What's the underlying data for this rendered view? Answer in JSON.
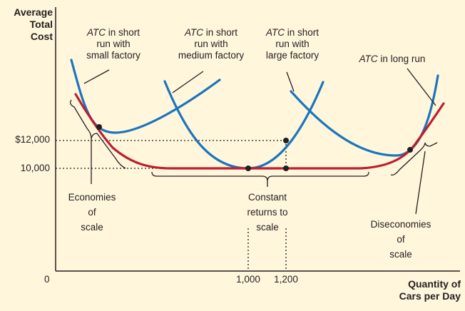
{
  "y_axis_title": [
    "Average",
    "Total",
    "Cost"
  ],
  "x_axis_title": [
    "Quantity of",
    "Cars per Day"
  ],
  "origin_label": "0",
  "y_ticks": [
    "$12,000",
    "10,000"
  ],
  "x_ticks": [
    "1,000",
    "1,200"
  ],
  "curve_labels": {
    "small": {
      "prefix": "ATC",
      "line1": " in short",
      "line2": "run with",
      "line3": "small factory"
    },
    "medium": {
      "prefix": "ATC",
      "line1": " in short",
      "line2": "run with",
      "line3": "medium factory"
    },
    "large": {
      "prefix": "ATC",
      "line1": " in short",
      "line2": "run with",
      "line3": "large factory"
    },
    "long": {
      "prefix": "ATC",
      "line1": " in long run"
    }
  },
  "region_labels": {
    "economies": [
      "Economies",
      "of",
      "scale"
    ],
    "constant": [
      "Constant",
      "returns to",
      "scale"
    ],
    "diseconomies": [
      "Diseconomies",
      "of",
      "scale"
    ]
  },
  "colors": {
    "short_run": "#1b75bc",
    "long_run": "#be1e2d",
    "axis": "#231f20",
    "background": "#fff6dc"
  }
}
